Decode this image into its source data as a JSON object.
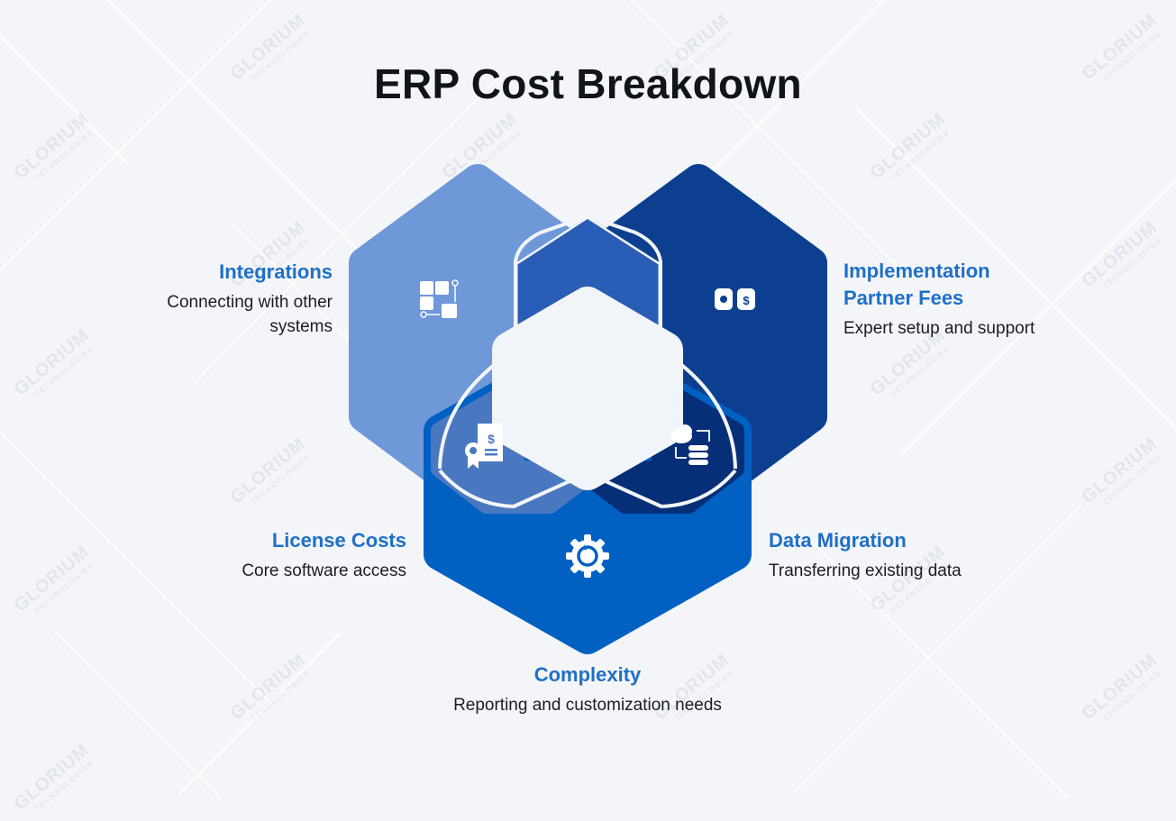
{
  "title": "ERP Cost Breakdown",
  "watermark": {
    "line1": "GLORIUM",
    "line2": "TECHNOLOGIES"
  },
  "colors": {
    "background": "#f3f5f8",
    "heading_blue": "#1f6fc7",
    "text_dark": "#1b1e22",
    "integrations_hex": "#6f98d9",
    "implementation_hex": "#0d3f91",
    "complexity_hex": "#0061c2",
    "overlap_top": "#2a5db5",
    "overlap_left": "#4a78c0",
    "overlap_right": "#062f78",
    "center": "#f1f4f8"
  },
  "segments": [
    {
      "id": "integrations",
      "title": "Integrations",
      "description": "Connecting with other systems",
      "icon": "puzzle-connect-icon"
    },
    {
      "id": "implementation",
      "title": "Implementation Partner Fees",
      "description": "Expert setup and support",
      "icon": "idea-dollar-puzzle-icon"
    },
    {
      "id": "license",
      "title": "License Costs",
      "description": "Core software access",
      "icon": "certificate-dollar-icon"
    },
    {
      "id": "migration",
      "title": "Data Migration",
      "description": "Transferring existing data",
      "icon": "cloud-database-sync-icon"
    },
    {
      "id": "complexity",
      "title": "Complexity",
      "description": "Reporting and customization needs",
      "icon": "gear-refresh-icon"
    }
  ]
}
